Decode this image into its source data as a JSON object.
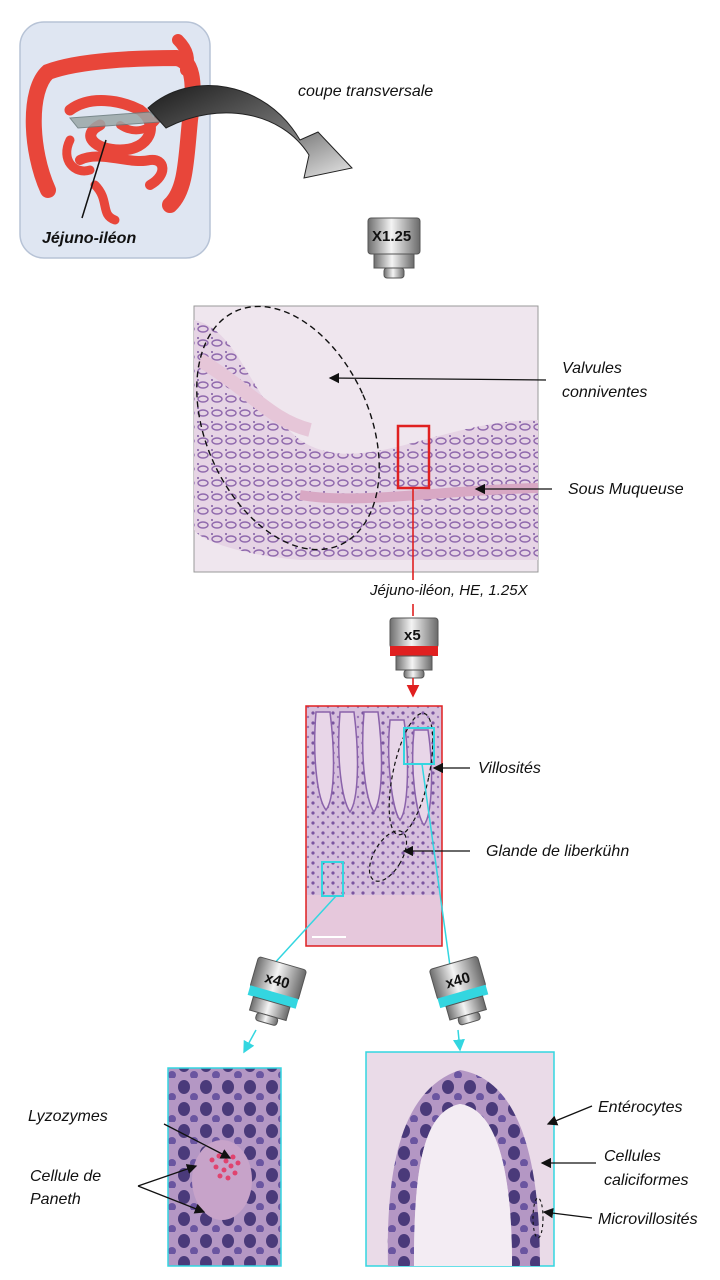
{
  "organ_box": {
    "label": "Jéjuno-iléon"
  },
  "section_label": "coupe transversale",
  "objectives": {
    "low": "X1.25",
    "mid": "x5",
    "high_left": "x40",
    "high_right": "x40"
  },
  "panel_low": {
    "caption": "Jéjuno-iléon, HE, 1.25X",
    "annotations": {
      "valvules_line1": "Valvules",
      "valvules_line2": "conniventes",
      "sous_muqueuse": "Sous Muqueuse"
    }
  },
  "panel_mid": {
    "annotations": {
      "villosites": "Villosités",
      "glande": "Glande de liberkühn"
    }
  },
  "panel_paneth": {
    "annotations": {
      "lyzozymes": "Lyzozymes",
      "paneth_line1": "Cellule de",
      "paneth_line2": "Paneth"
    }
  },
  "panel_villus": {
    "annotations": {
      "enterocytes": "Entérocytes",
      "caliciformes_line1": "Cellules",
      "caliciformes_line2": "caliciformes",
      "microvillosites": "Microvillosités"
    }
  },
  "colors": {
    "intestine": "#e8463a",
    "tissue_purple": "#9a76b8",
    "tissue_pink": "#e6c6d8",
    "red_frame": "#e02020",
    "cyan_frame": "#33d6e0",
    "organ_box_bg": "#dfe6f2"
  }
}
